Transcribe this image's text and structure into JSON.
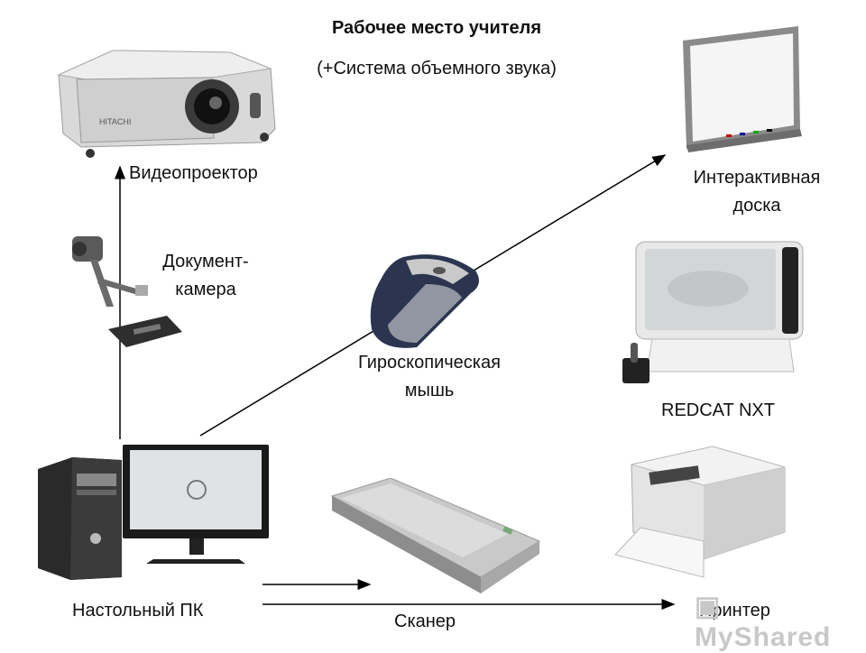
{
  "title": "Рабочее место учителя",
  "subtitle": "(+Система объемного звука)",
  "devices": {
    "projector": {
      "label": "Видеопроектор",
      "brand": "HITACHI"
    },
    "doc_camera": {
      "label_line1": "Документ-",
      "label_line2": "камера"
    },
    "mouse": {
      "label_line1": "Гироскопическая",
      "label_line2": "мышь"
    },
    "whiteboard": {
      "label_line1": "Интерактивная",
      "label_line2": "доска"
    },
    "redcat": {
      "label": "REDCAT NXT"
    },
    "pc": {
      "label": "Настольный ПК"
    },
    "scanner": {
      "label": "Сканер"
    },
    "printer": {
      "label": "Принтер"
    }
  },
  "watermark": "MyShared"
}
